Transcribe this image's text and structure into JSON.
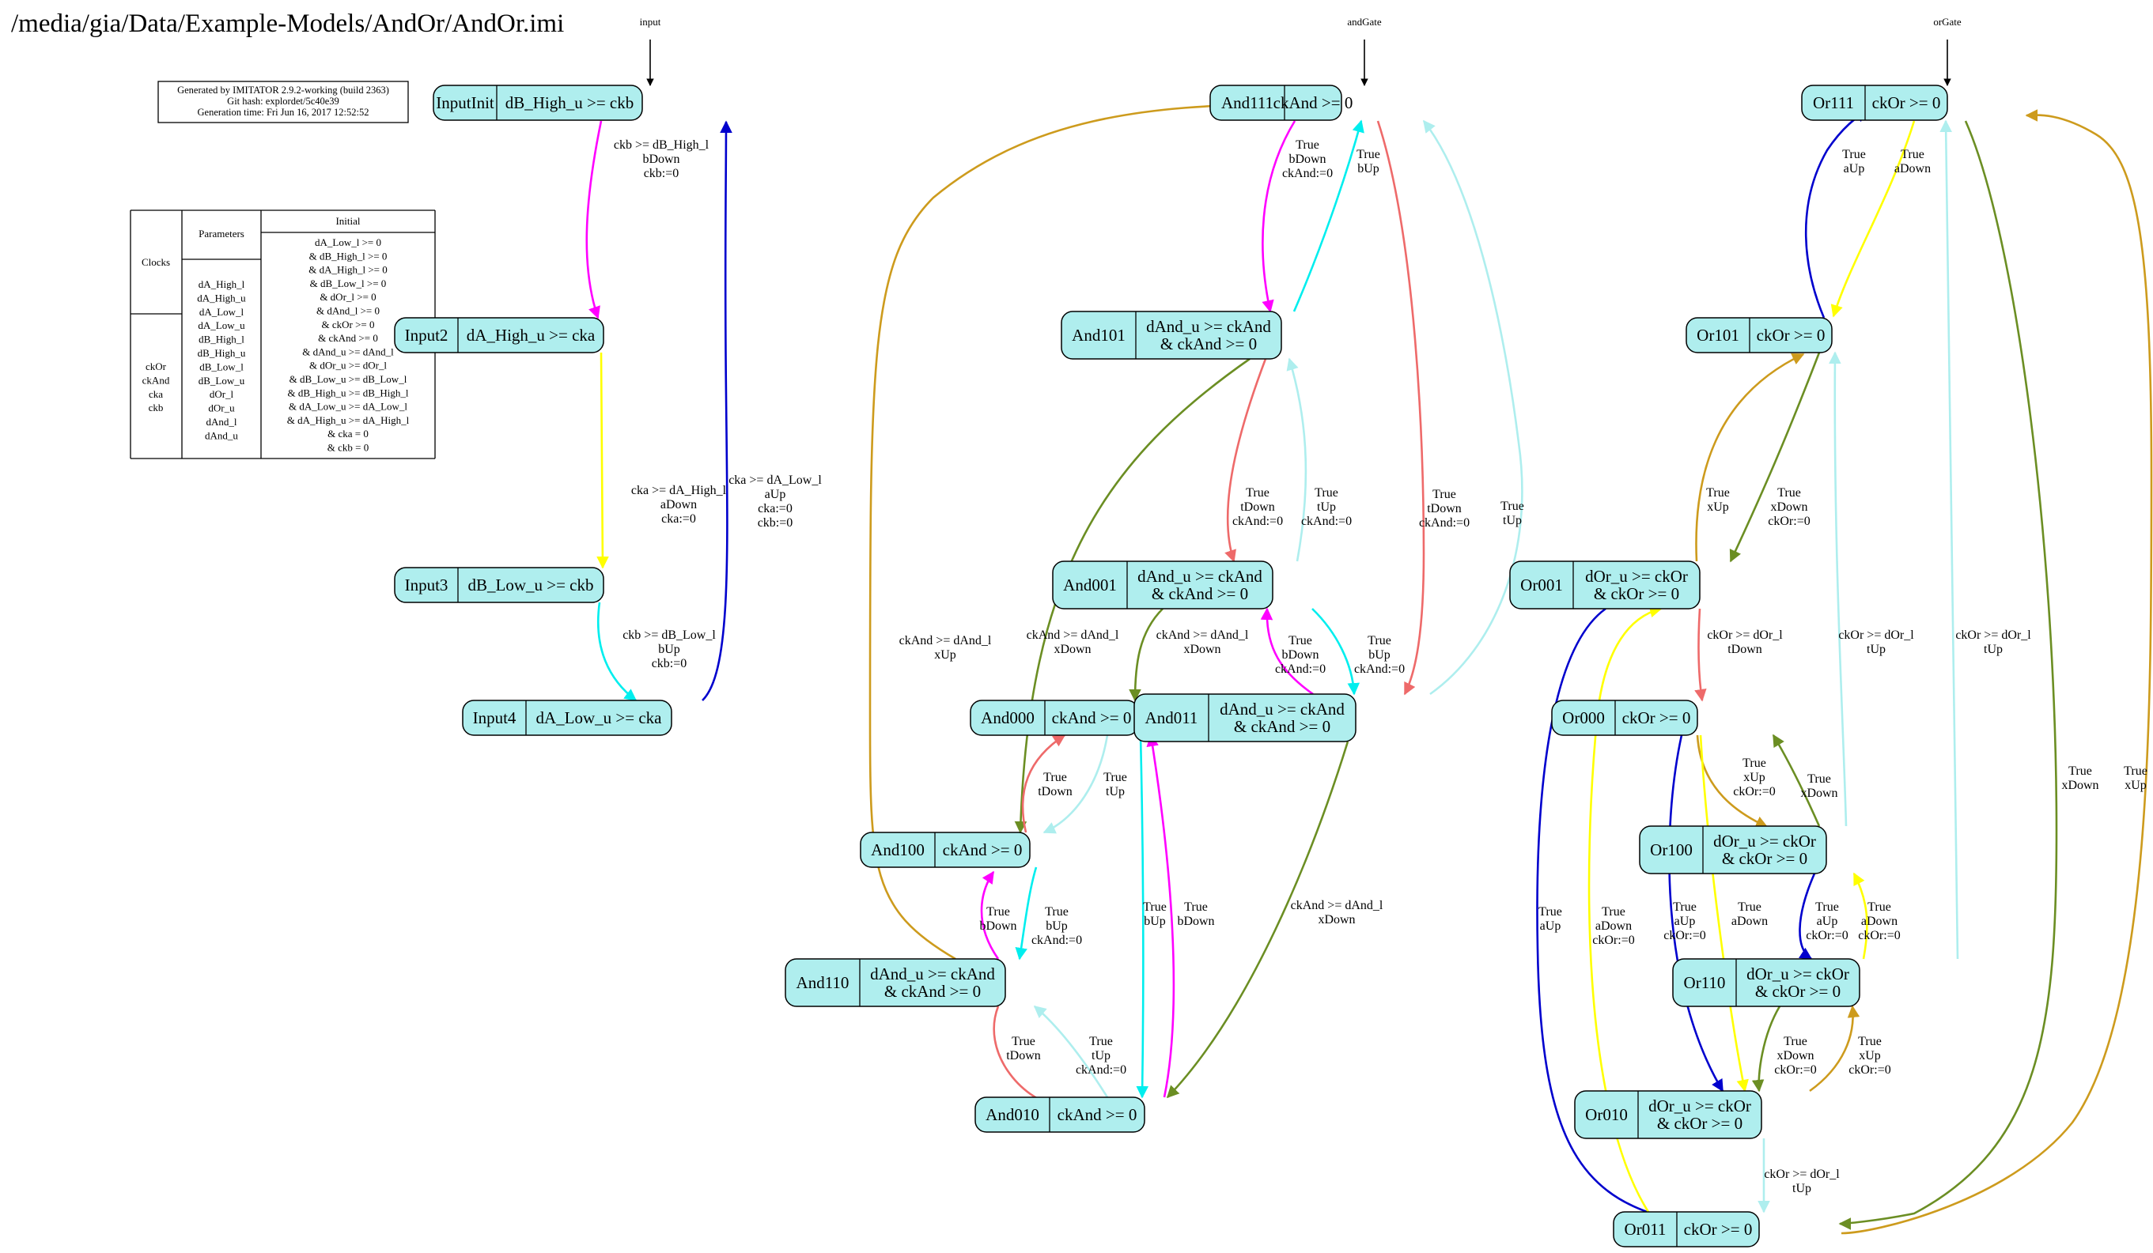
{
  "title": "/media/gia/Data/Example-Models/AndOr/AndOr.imi",
  "info": {
    "lines": [
      "Generated by IMITATOR 2.9.2-working (build 2363)",
      "Git hash: explordet/5c40e39",
      "Generation time: Fri Jun 16, 2017 12:52:52"
    ]
  },
  "table": {
    "clocks_label": "Clocks",
    "parameters_label": "Parameters",
    "initial_label": "Initial",
    "parameters": [
      "dA_High_l",
      "dA_High_u",
      "dA_Low_l",
      "dA_Low_u",
      "dB_High_l",
      "dB_High_u",
      "dB_Low_l",
      "dB_Low_u",
      "dOr_l",
      "dOr_u",
      "dAnd_l",
      "dAnd_u"
    ],
    "clocks": [
      "ckOr",
      "ckAnd",
      "cka",
      "ckb"
    ],
    "initial": [
      "dA_Low_l >= 0",
      "& dB_High_l >= 0",
      "& dA_High_l >= 0",
      "& dB_Low_l >= 0",
      "& dOr_l >= 0",
      "& dAnd_l >= 0",
      "& ckOr >= 0",
      "& ckAnd >= 0",
      "& dAnd_u >= dAnd_l",
      "& dOr_u >= dOr_l",
      "& dB_Low_u >= dB_Low_l",
      "& dB_High_u >= dB_High_l",
      "& dA_Low_u >= dA_Low_l",
      "& dA_High_u >= dA_High_l",
      "& cka = 0",
      "& ckb = 0"
    ]
  },
  "colors": {
    "node_fill": "#AFEEEE",
    "magenta": "#FF00FF",
    "blue": "#0000CD",
    "yellow": "#FFFF00",
    "cyan": "#00EEEE",
    "salmon": "#EE6A6A",
    "olive": "#6B8E23",
    "goldenrod": "#CD9B1D",
    "lightcyan": "#AEEEEE"
  },
  "automata": [
    {
      "name": "input",
      "states": [
        {
          "id": "InputInit",
          "invariant": [
            "dB_High_u >= ckb"
          ],
          "initial": true
        },
        {
          "id": "Input2",
          "invariant": [
            "dA_High_u >= cka"
          ]
        },
        {
          "id": "Input3",
          "invariant": [
            "dB_Low_u >= ckb"
          ]
        },
        {
          "id": "Input4",
          "invariant": [
            "dA_Low_u >= cka"
          ]
        }
      ],
      "transitions": [
        {
          "from": "InputInit",
          "to": "Input2",
          "color": "magenta",
          "label": [
            "ckb >= dB_High_l",
            "bDown",
            "ckb:=0"
          ]
        },
        {
          "from": "Input2",
          "to": "Input3",
          "color": "yellow",
          "label": [
            "cka >= dA_High_l",
            "aDown",
            "cka:=0"
          ]
        },
        {
          "from": "Input3",
          "to": "Input4",
          "color": "cyan",
          "label": [
            "ckb >= dB_Low_l",
            "bUp",
            "ckb:=0"
          ]
        },
        {
          "from": "Input4",
          "to": "InputInit",
          "color": "blue",
          "label": [
            "cka >= dA_Low_l",
            "aUp",
            "cka:=0",
            "ckb:=0"
          ]
        }
      ]
    },
    {
      "name": "andGate",
      "states": [
        {
          "id": "And111",
          "invariant": [
            "ckAnd >= 0"
          ],
          "initial": true
        },
        {
          "id": "And101",
          "invariant": [
            "dAnd_u >= ckAnd",
            "& ckAnd >= 0"
          ]
        },
        {
          "id": "And001",
          "invariant": [
            "dAnd_u >= ckAnd",
            "& ckAnd >= 0"
          ]
        },
        {
          "id": "And000",
          "invariant": [
            "ckAnd >= 0"
          ]
        },
        {
          "id": "And011",
          "invariant": [
            "dAnd_u >= ckAnd",
            "& ckAnd >= 0"
          ]
        },
        {
          "id": "And100",
          "invariant": [
            "ckAnd >= 0"
          ]
        },
        {
          "id": "And110",
          "invariant": [
            "dAnd_u >= ckAnd",
            "& ckAnd >= 0"
          ]
        },
        {
          "id": "And010",
          "invariant": [
            "ckAnd >= 0"
          ]
        }
      ],
      "transitions": [
        {
          "from": "And111",
          "to": "And101",
          "color": "magenta",
          "label": [
            "True",
            "bDown",
            "ckAnd:=0"
          ]
        },
        {
          "from": "And101",
          "to": "And111",
          "color": "cyan",
          "label": [
            "True",
            "bUp"
          ]
        },
        {
          "from": "And111",
          "to": "And011",
          "color": "salmon",
          "label": [
            "True",
            "tDown",
            "ckAnd:=0"
          ]
        },
        {
          "from": "And011",
          "to": "And111",
          "color": "lightcyan",
          "label": [
            "True",
            "tUp"
          ]
        },
        {
          "from": "And101",
          "to": "And001",
          "color": "salmon",
          "label": [
            "True",
            "tDown",
            "ckAnd:=0"
          ]
        },
        {
          "from": "And001",
          "to": "And101",
          "color": "lightcyan",
          "label": [
            "True",
            "tUp",
            "ckAnd:=0"
          ]
        },
        {
          "from": "And101",
          "to": "And100",
          "color": "olive",
          "label": [
            "ckAnd >= dAnd_l",
            "xDown"
          ]
        },
        {
          "from": "And001",
          "to": "And000",
          "color": "olive",
          "label": [
            "ckAnd >= dAnd_l",
            "xDown"
          ]
        },
        {
          "from": "And001",
          "to": "And011",
          "color": "cyan",
          "label": [
            "True",
            "bUp",
            "ckAnd:=0"
          ]
        },
        {
          "from": "And011",
          "to": "And001",
          "color": "magenta",
          "label": [
            "True",
            "bDown",
            "ckAnd:=0"
          ]
        },
        {
          "from": "And011",
          "to": "And010",
          "color": "olive",
          "label": [
            "ckAnd >= dAnd_l",
            "xDown"
          ]
        },
        {
          "from": "And100",
          "to": "And000",
          "color": "salmon",
          "label": [
            "True",
            "tDown"
          ]
        },
        {
          "from": "And000",
          "to": "And100",
          "color": "lightcyan",
          "label": [
            "True",
            "tUp"
          ]
        },
        {
          "from": "And000",
          "to": "And010",
          "color": "cyan",
          "label": [
            "True",
            "bUp"
          ]
        },
        {
          "from": "And010",
          "to": "And000",
          "color": "magenta",
          "label": [
            "True",
            "bDown"
          ]
        },
        {
          "from": "And100",
          "to": "And110",
          "color": "cyan",
          "label": [
            "True",
            "bUp",
            "ckAnd:=0"
          ]
        },
        {
          "from": "And110",
          "to": "And100",
          "color": "magenta",
          "label": [
            "True",
            "bDown"
          ]
        },
        {
          "from": "And110",
          "to": "And010",
          "color": "salmon",
          "label": [
            "True",
            "tDown"
          ]
        },
        {
          "from": "And010",
          "to": "And110",
          "color": "lightcyan",
          "label": [
            "True",
            "tUp",
            "ckAnd:=0"
          ]
        },
        {
          "from": "And110",
          "to": "And111",
          "color": "goldenrod",
          "label": [
            "ckAnd >= dAnd_l",
            "xUp"
          ]
        }
      ]
    },
    {
      "name": "orGate",
      "states": [
        {
          "id": "Or111",
          "invariant": [
            "ckOr >= 0"
          ],
          "initial": true
        },
        {
          "id": "Or101",
          "invariant": [
            "ckOr >= 0"
          ]
        },
        {
          "id": "Or001",
          "invariant": [
            "dOr_u >= ckOr",
            "& ckOr >= 0"
          ]
        },
        {
          "id": "Or000",
          "invariant": [
            "ckOr >= 0"
          ]
        },
        {
          "id": "Or100",
          "invariant": [
            "dOr_u >= ckOr",
            "& ckOr >= 0"
          ]
        },
        {
          "id": "Or110",
          "invariant": [
            "dOr_u >= ckOr",
            "& ckOr >= 0"
          ]
        },
        {
          "id": "Or010",
          "invariant": [
            "dOr_u >= ckOr",
            "& ckOr >= 0"
          ]
        },
        {
          "id": "Or011",
          "invariant": [
            "ckOr >= 0"
          ]
        }
      ],
      "transitions": [
        {
          "from": "Or101",
          "to": "Or111",
          "color": "blue",
          "label": [
            "True",
            "aUp"
          ]
        },
        {
          "from": "Or111",
          "to": "Or101",
          "color": "yellow",
          "label": [
            "True",
            "aDown"
          ]
        },
        {
          "from": "Or001",
          "to": "Or101",
          "color": "goldenrod",
          "label": [
            "True",
            "xUp"
          ]
        },
        {
          "from": "Or101",
          "to": "Or001",
          "color": "olive",
          "label": [
            "True",
            "xDown",
            "ckOr:=0"
          ]
        },
        {
          "from": "Or001",
          "to": "Or000",
          "color": "salmon",
          "label": [
            "ckOr >= dOr_l",
            "tDown"
          ]
        },
        {
          "from": "Or100",
          "to": "Or101",
          "color": "lightcyan",
          "label": [
            "ckOr >= dOr_l",
            "tUp"
          ]
        },
        {
          "from": "Or110",
          "to": "Or111",
          "color": "lightcyan",
          "label": [
            "ckOr >= dOr_l",
            "tUp"
          ]
        },
        {
          "from": "Or111",
          "to": "Or011",
          "color": "olive",
          "label": [
            "True",
            "xDown"
          ]
        },
        {
          "from": "Or011",
          "to": "Or111",
          "color": "goldenrod",
          "label": [
            "True",
            "xUp"
          ]
        },
        {
          "from": "Or001",
          "to": "Or011",
          "color": "blue",
          "label": [
            "True",
            "aUp"
          ]
        },
        {
          "from": "Or011",
          "to": "Or001",
          "color": "yellow",
          "label": [
            "True",
            "aDown",
            "ckOr:=0"
          ]
        },
        {
          "from": "Or000",
          "to": "Or100",
          "color": "goldenrod",
          "label": [
            "True",
            "xUp",
            "ckOr:=0"
          ]
        },
        {
          "from": "Or100",
          "to": "Or000",
          "color": "olive",
          "label": [
            "True",
            "xDown"
          ]
        },
        {
          "from": "Or000",
          "to": "Or010",
          "color": "blue",
          "label": [
            "True",
            "aUp",
            "ckOr:=0"
          ]
        },
        {
          "from": "Or000",
          "to": "Or010",
          "color": "yellow",
          "label": [
            "True",
            "aDown"
          ]
        },
        {
          "from": "Or100",
          "to": "Or110",
          "color": "blue",
          "label": [
            "True",
            "aUp",
            "ckOr:=0"
          ]
        },
        {
          "from": "Or110",
          "to": "Or100",
          "color": "yellow",
          "label": [
            "True",
            "aDown",
            "ckOr:=0"
          ]
        },
        {
          "from": "Or110",
          "to": "Or010",
          "color": "olive",
          "label": [
            "True",
            "xDown",
            "ckOr:=0"
          ]
        },
        {
          "from": "Or010",
          "to": "Or110",
          "color": "goldenrod",
          "label": [
            "True",
            "xUp",
            "ckOr:=0"
          ]
        },
        {
          "from": "Or010",
          "to": "Or011",
          "color": "lightcyan",
          "label": [
            "ckOr >= dOr_l",
            "tUp"
          ]
        }
      ]
    }
  ]
}
